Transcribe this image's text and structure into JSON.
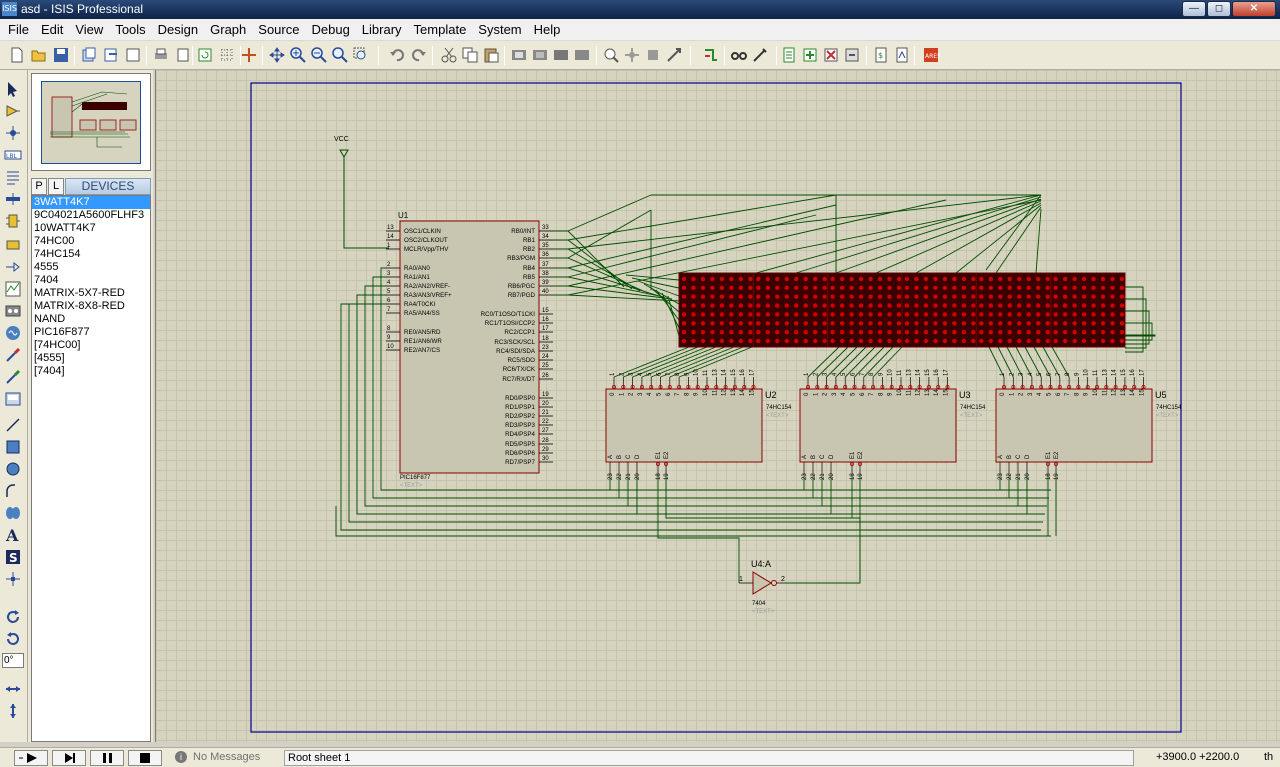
{
  "window": {
    "title": "asd - ISIS Professional",
    "app_icon": "ISIS"
  },
  "menu": [
    "File",
    "Edit",
    "View",
    "Tools",
    "Design",
    "Graph",
    "Source",
    "Debug",
    "Library",
    "Template",
    "System",
    "Help"
  ],
  "device_panel": {
    "tab_p": "P",
    "tab_l": "L",
    "title": "DEVICES",
    "items": [
      "3WATT4K7",
      "9C04021A5600FLHF3",
      "10WATT4K7",
      "74HC00",
      "74HC154",
      "4555",
      "7404",
      "MATRIX-5X7-RED",
      "MATRIX-8X8-RED",
      "NAND",
      "PIC16F877",
      "[74HC00]",
      "[4555]",
      "[7404]"
    ],
    "selected_index": 0
  },
  "rotation": "0°",
  "schematic": {
    "vcc_label": "VCC",
    "mcu": {
      "ref": "U1",
      "part": "PIC16F877",
      "text": "<TEXT>",
      "left_pins": [
        {
          "num": "13",
          "name": "OSC1/CLKIN"
        },
        {
          "num": "14",
          "name": "OSC2/CLKOUT"
        },
        {
          "num": "1",
          "name": "MCLR/Vpp/THV"
        },
        {
          "num": "2",
          "name": "RA0/AN0"
        },
        {
          "num": "3",
          "name": "RA1/AN1"
        },
        {
          "num": "4",
          "name": "RA2/AN2/VREF-"
        },
        {
          "num": "5",
          "name": "RA3/AN3/VREF+"
        },
        {
          "num": "6",
          "name": "RA4/T0CKI"
        },
        {
          "num": "7",
          "name": "RA5/AN4/SS"
        },
        {
          "num": "8",
          "name": "RE0/AN5/RD"
        },
        {
          "num": "9",
          "name": "RE1/AN6/WR"
        },
        {
          "num": "10",
          "name": "RE2/AN7/CS"
        }
      ],
      "right_pins": [
        {
          "num": "33",
          "name": "RB0/INT"
        },
        {
          "num": "34",
          "name": "RB1"
        },
        {
          "num": "35",
          "name": "RB2"
        },
        {
          "num": "36",
          "name": "RB3/PGM"
        },
        {
          "num": "37",
          "name": "RB4"
        },
        {
          "num": "38",
          "name": "RB5"
        },
        {
          "num": "39",
          "name": "RB6/PGC"
        },
        {
          "num": "40",
          "name": "RB7/PGD"
        },
        {
          "num": "15",
          "name": "RC0/T1OSO/T1CKI"
        },
        {
          "num": "16",
          "name": "RC1/T1OSI/CCP2"
        },
        {
          "num": "17",
          "name": "RC2/CCP1"
        },
        {
          "num": "18",
          "name": "RC3/SCK/SCL"
        },
        {
          "num": "23",
          "name": "RC4/SDI/SDA"
        },
        {
          "num": "24",
          "name": "RC5/SDO"
        },
        {
          "num": "25",
          "name": "RC6/TX/CK"
        },
        {
          "num": "26",
          "name": "RC7/RX/DT"
        },
        {
          "num": "19",
          "name": "RD0/PSP0"
        },
        {
          "num": "20",
          "name": "RD1/PSP1"
        },
        {
          "num": "21",
          "name": "RD2/PSP2"
        },
        {
          "num": "22",
          "name": "RD3/PSP3"
        },
        {
          "num": "27",
          "name": "RD4/PSP4"
        },
        {
          "num": "28",
          "name": "RD5/PSP5"
        },
        {
          "num": "29",
          "name": "RD6/PSP6"
        },
        {
          "num": "30",
          "name": "RD7/PSP7"
        }
      ]
    },
    "decoders": [
      {
        "ref": "U2",
        "part": "74HC154",
        "text": "<TEXT>"
      },
      {
        "ref": "U3",
        "part": "74HC154",
        "text": "<TEXT>"
      },
      {
        "ref": "U5",
        "part": "74HC154",
        "text": "<TEXT>"
      }
    ],
    "decoder_out_pins": [
      "1",
      "2",
      "3",
      "4",
      "5",
      "6",
      "7",
      "8",
      "9",
      "10",
      "11",
      "13",
      "14",
      "15",
      "16",
      "17"
    ],
    "decoder_out_names": [
      "0",
      "1",
      "2",
      "3",
      "4",
      "5",
      "6",
      "7",
      "8",
      "9",
      "10",
      "11",
      "12",
      "13",
      "14",
      "15"
    ],
    "decoder_in_pins": [
      "23",
      "22",
      "21",
      "20",
      "18",
      "19"
    ],
    "decoder_in_names": [
      "A",
      "B",
      "C",
      "D",
      "E1",
      "E2"
    ],
    "inverter": {
      "ref": "U4:A",
      "part": "7404",
      "text": "<TEXT>",
      "pin_in": "1",
      "pin_out": "2"
    },
    "matrix_count": 6,
    "matrix_rows": 8,
    "matrix_cols": 8
  },
  "status": {
    "messages": "No Messages",
    "sheet": "Root sheet 1",
    "coords": "+3900.0  +2200.0",
    "unit": "th"
  },
  "colors": {
    "wire": "#004d00",
    "component_body": "#c8c6b0",
    "component_border": "#8b0000",
    "matrix_bg": "#3a0000",
    "matrix_led": "#d40000",
    "sheet_border": "#00008b"
  }
}
